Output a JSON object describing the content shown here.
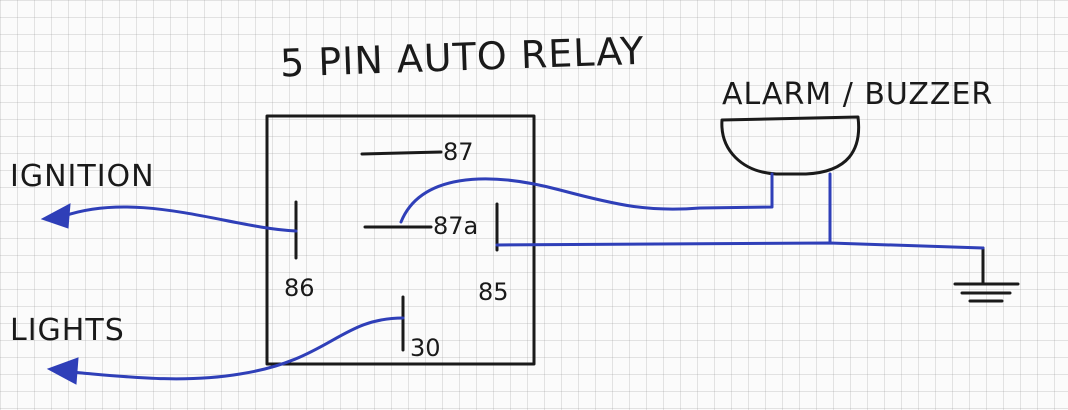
{
  "diagram": {
    "title": "5 PIN AUTO RELAY",
    "alarm_label": "ALARM / BUZZER",
    "ignition_label": "IGNITION",
    "lights_label": "LIGHTS",
    "pins": {
      "p87": "87",
      "p87a": "87a",
      "p86": "86",
      "p85": "85",
      "p30": "30"
    },
    "colors": {
      "ink": "#1a1a1a",
      "wire": "#2f3fb8",
      "paper": "#fbfbfb",
      "grid": "#bcbcbc"
    }
  }
}
